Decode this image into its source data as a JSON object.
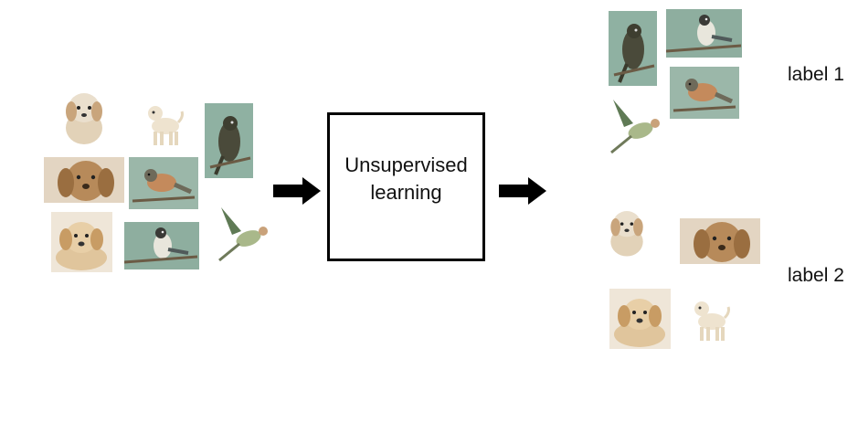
{
  "process": {
    "line1": "Unsupervised",
    "line2": "learning"
  },
  "clusters": [
    {
      "label": "label 1"
    },
    {
      "label": "label 2"
    }
  ],
  "colors": {
    "stroke": "#000000",
    "birdBackdrop": "#8fb1a2",
    "dogBackdrop": "#e3d5c2"
  },
  "icons": {
    "arrow": "right-block-arrow",
    "bird": "bird-photo",
    "dog": "dog-photo"
  }
}
